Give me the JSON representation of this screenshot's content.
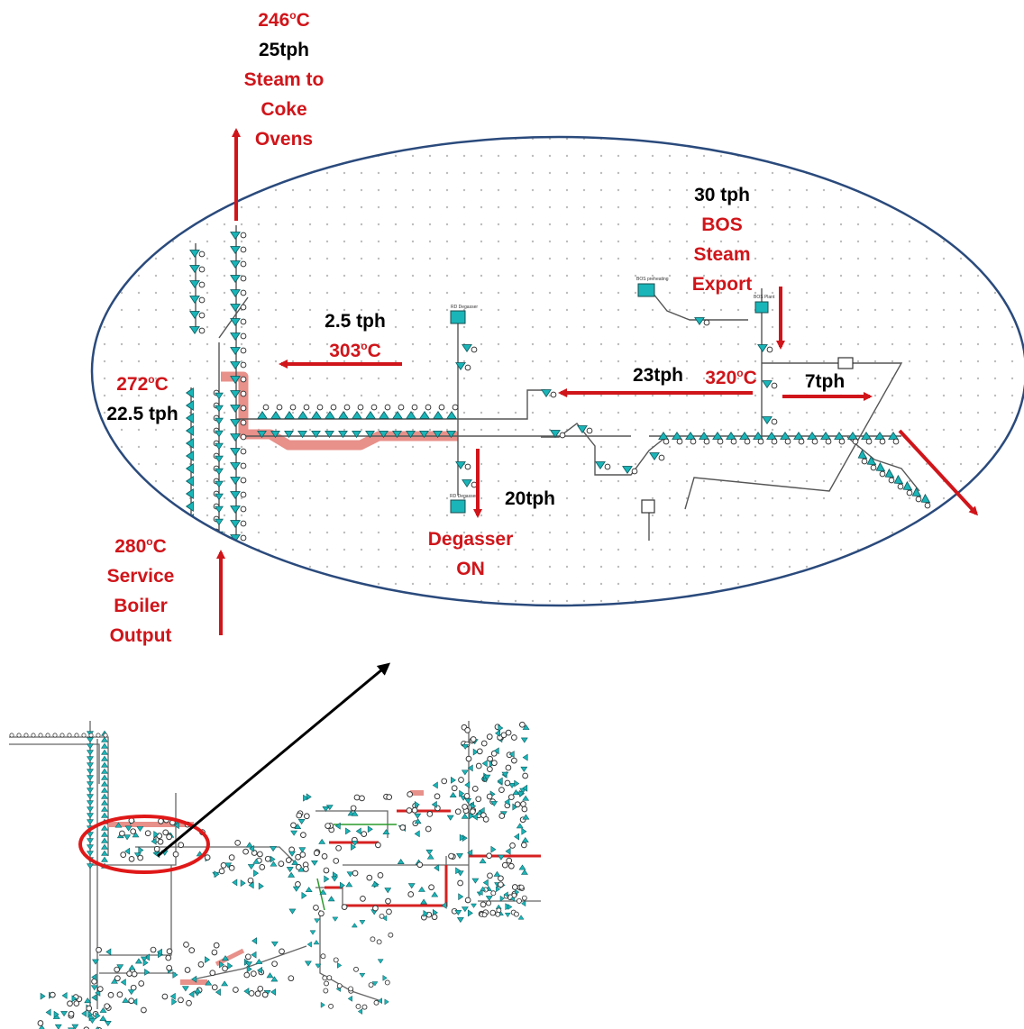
{
  "colors": {
    "annotation_red": "#d0151a",
    "ellipse_stroke": "#2a4a7c",
    "pipe_highlight": "#e8908a",
    "valve_cyan": "#1ab5b8",
    "grid_dot": "#bcbcbc"
  },
  "icons": {
    "valve": "cyan-triangle-valve-icon",
    "node": "pipe-node-circle-icon",
    "tank": "degasser-tank-icon"
  },
  "annotations": {
    "coke_ovens": {
      "temp_value": "246",
      "temp_unit": "C",
      "flow": "25tph",
      "line1": "Steam to",
      "line2": "Coke",
      "line3": "Ovens"
    },
    "bos_export": {
      "flow": "30 tph",
      "line1": "BOS",
      "line2": "Steam",
      "line3": "Export"
    },
    "branch_303": {
      "flow": "2.5 tph",
      "temp_value": "303",
      "temp_unit": "C"
    },
    "header_272": {
      "temp_value": "272",
      "temp_unit": "C",
      "flow": "22.5 tph"
    },
    "junction_320": {
      "flow_left": "23tph",
      "temp_value": "320",
      "temp_unit": "C",
      "flow_right": "7tph"
    },
    "degasser": {
      "flow": "20tph",
      "line1": "Degasser",
      "line2": "ON"
    },
    "service_boiler": {
      "temp_value": "280",
      "temp_unit": "C",
      "line1": "Service",
      "line2": "Boiler",
      "line3": "Output"
    }
  },
  "component_tags": {
    "degasser_top": "RD Degasser",
    "degasser_bottom": "RD Degasser",
    "bos_preheating": "BOS preheating",
    "bos_plant": "BOS Plant"
  }
}
